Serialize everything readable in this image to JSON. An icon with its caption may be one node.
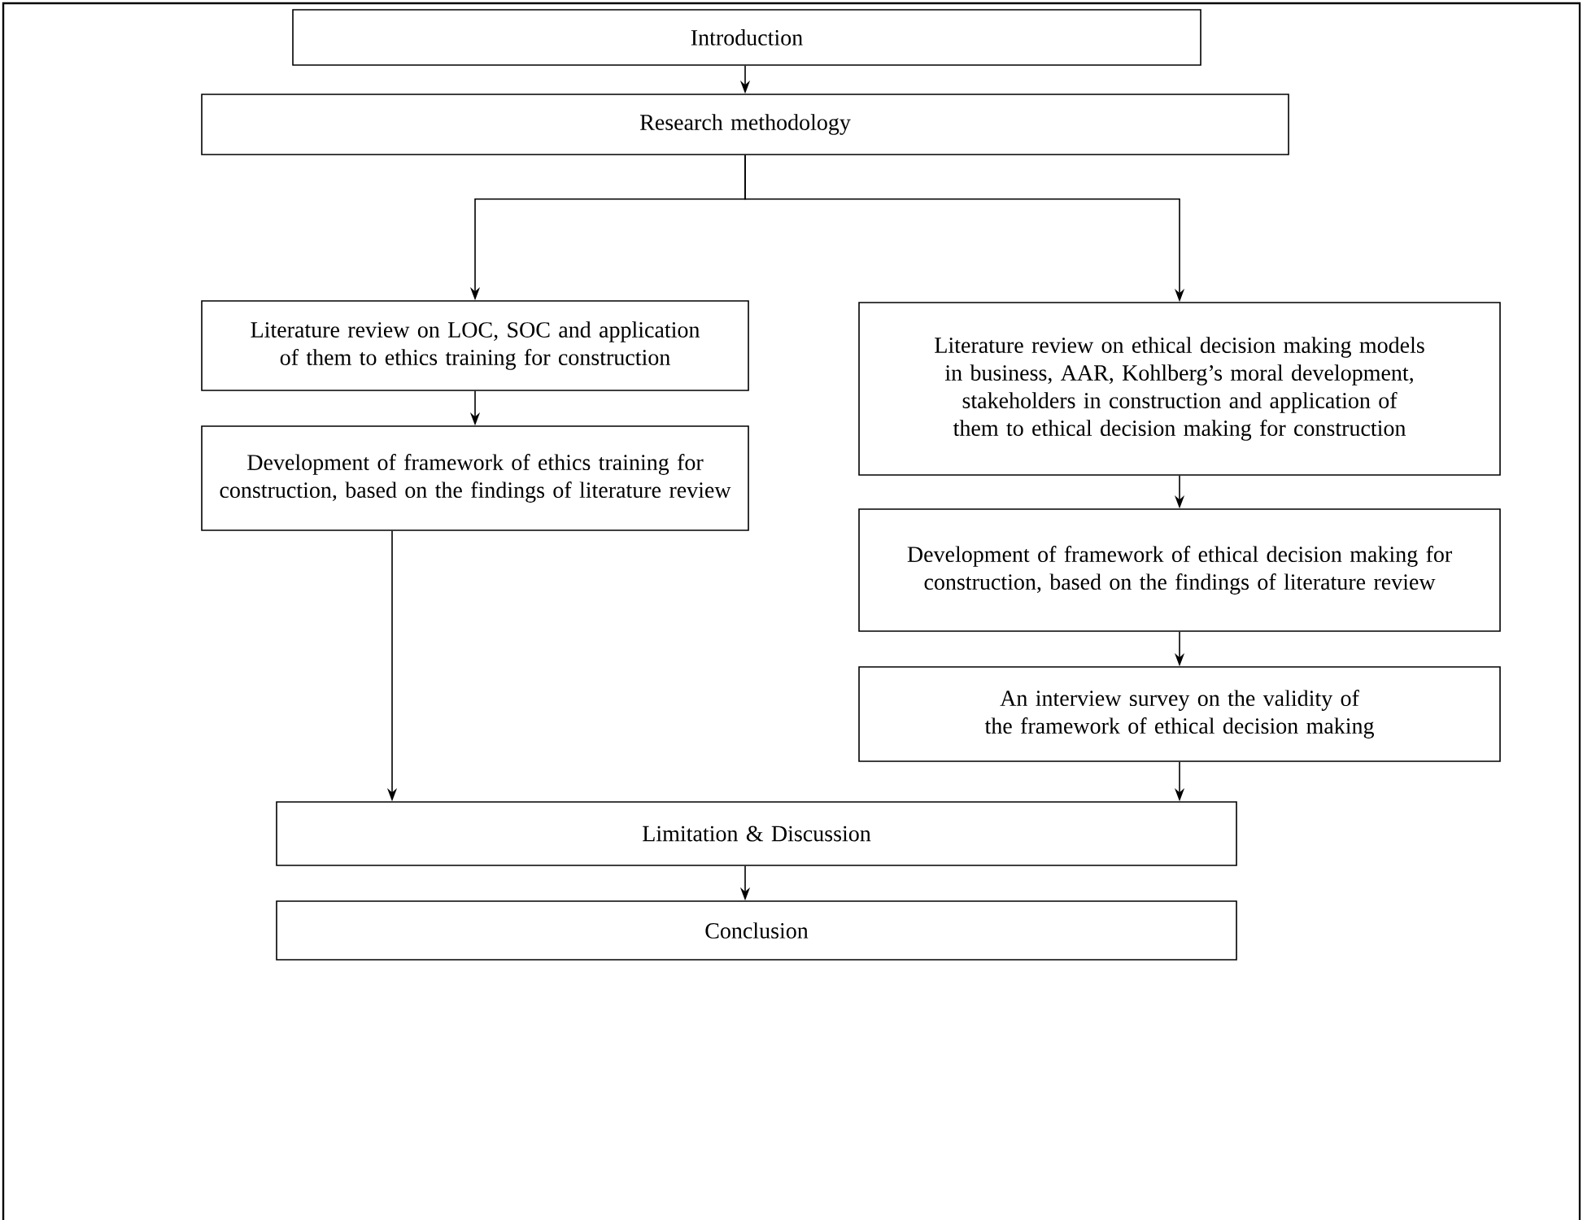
{
  "diagram": {
    "nodes": [
      {
        "text": [
          "Introduction"
        ]
      },
      {
        "text": [
          "Research methodology"
        ]
      },
      {
        "text": [
          "Literature review on LOC, SOC and application of them to ethics training for construction"
        ]
      },
      {
        "text": [
          "Development of framework of ethics training for construction, based on the findings of literature review"
        ]
      },
      {
        "text": [
          "Literature review on ethical decision making models in business, AAR, Kohlberg’s moral development, stakeholders in construction and application of them to ethical decision making for construction"
        ]
      },
      {
        "text": [
          "Development of framework of ethical decision making for construction, based on the findings of literature review"
        ]
      },
      {
        "text": [
          "An interview survey on the validity of the framework of ethical decision making"
        ]
      },
      {
        "text": [
          "Limitation & Discussion"
        ]
      },
      {
        "text": [
          "Conclusion"
        ]
      }
    ],
    "edges": [
      {
        "from": 0,
        "to": 1,
        "arrow": "to"
      },
      {
        "from": 1,
        "to": 2,
        "arrow": "to"
      },
      {
        "from": 1,
        "to": 4,
        "arrow": "to"
      },
      {
        "from": 2,
        "to": 3,
        "arrow": "to"
      },
      {
        "from": 3,
        "to": 7,
        "arrow": "to"
      },
      {
        "from": 4,
        "to": 5,
        "arrow": "to"
      },
      {
        "from": 5,
        "to": 6,
        "arrow": "to"
      },
      {
        "from": 6,
        "to": 7,
        "arrow": "to"
      },
      {
        "from": 7,
        "to": 8,
        "arrow": "to"
      }
    ]
  }
}
